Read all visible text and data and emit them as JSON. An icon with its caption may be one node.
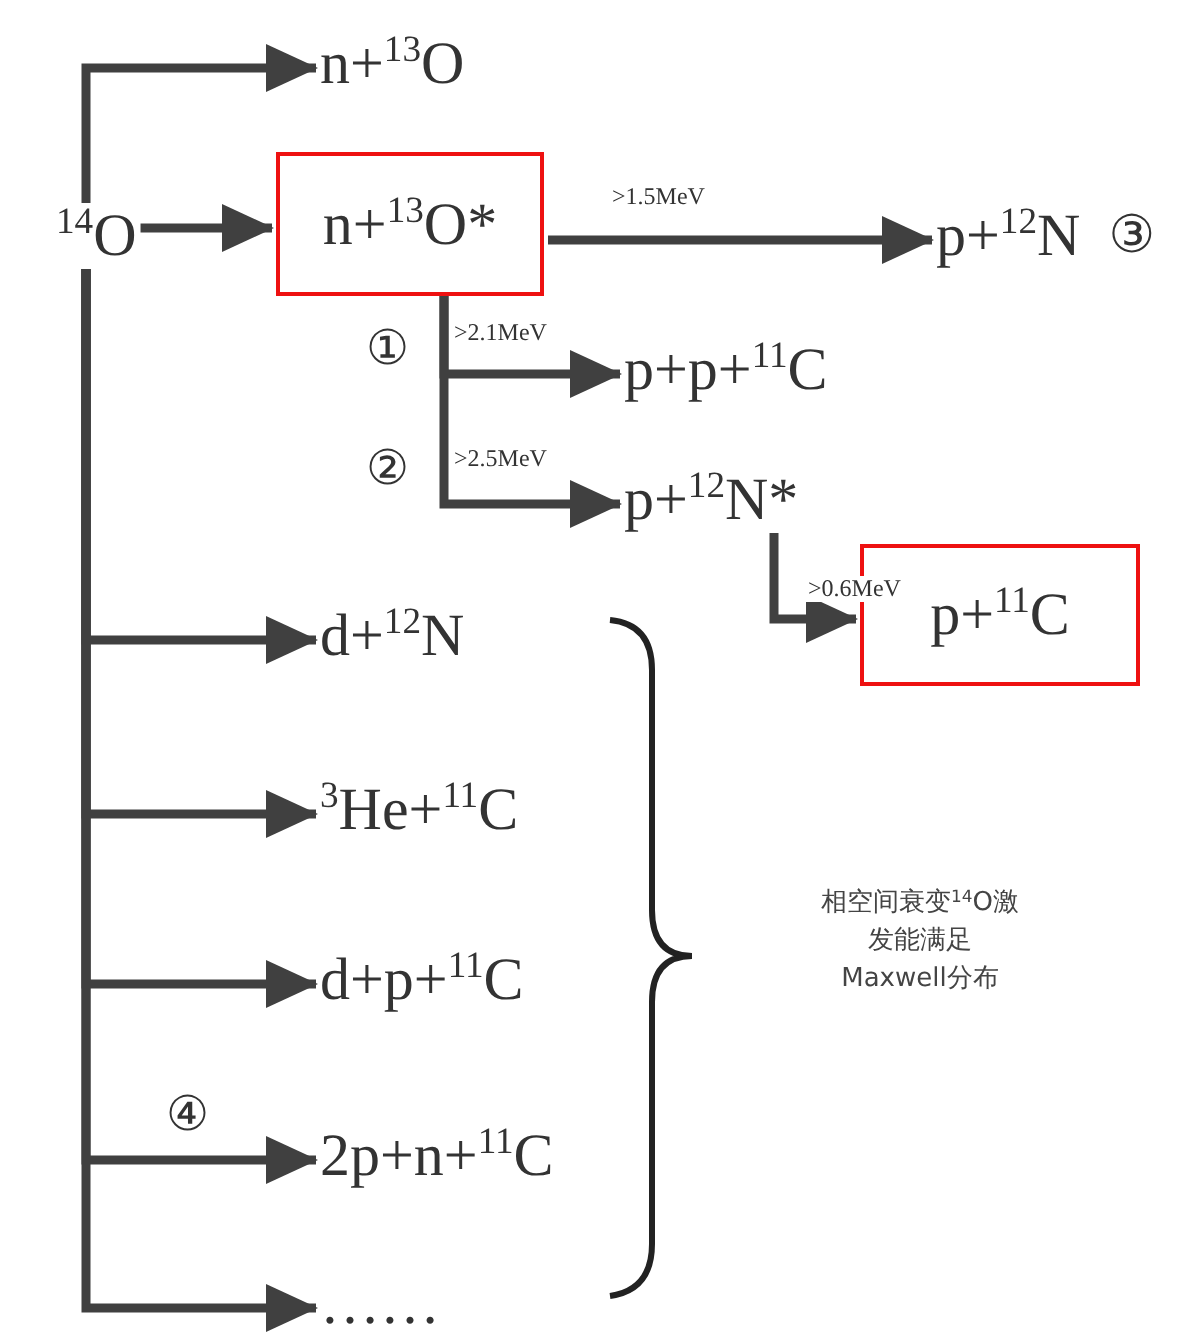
{
  "diagram": {
    "nodes": [
      {
        "text": [
          "$^{14}$O"
        ]
      },
      {
        "text": [
          "n+$^{13}$O"
        ]
      },
      {
        "text": [
          "n+$^{13}$O*"
        ]
      },
      {
        "text": [
          "p+$^{12}$N"
        ],
        "beside": [
          "③"
        ]
      },
      {
        "text": [
          "p+p+$^{11}$C"
        ]
      },
      {
        "text": [
          "p+$^{12}$N*"
        ]
      },
      {
        "text": [
          "p+$^{11}$C"
        ]
      },
      {
        "text": [
          "d+$^{12}$N"
        ]
      },
      {
        "text": [
          "$^{3}$He+$^{11}$C"
        ]
      },
      {
        "text": [
          "d+p+$^{11}$C"
        ]
      },
      {
        "text": [
          "2p+n+$^{11}$C"
        ]
      },
      {
        "text": [
          "……"
        ]
      }
    ],
    "edges": [
      {
        "from": 0,
        "to": 1,
        "arrow": "to"
      },
      {
        "from": 0,
        "to": 2,
        "arrow": "to"
      },
      {
        "from": 2,
        "to": 3,
        "arrow": "to",
        "label": ">1.5MeV"
      },
      {
        "from": 2,
        "to": 4,
        "arrow": "to",
        "label": ">2.1MeV"
      },
      {
        "from": 2,
        "to": 5,
        "arrow": "to",
        "label": ">2.5MeV"
      },
      {
        "from": 5,
        "to": 6,
        "arrow": "to",
        "label": ">0.6MeV"
      },
      {
        "from": 0,
        "to": 7,
        "arrow": "to"
      },
      {
        "from": 0,
        "to": 8,
        "arrow": "to"
      },
      {
        "from": 0,
        "to": 9,
        "arrow": "to"
      },
      {
        "from": 0,
        "to": 10,
        "arrow": "to"
      },
      {
        "from": 0,
        "to": 11,
        "arrow": "to"
      }
    ],
    "labels": [
      "①",
      "②",
      "④",
      "相空间衰变$^{14}$O激发能满足Maxwell分布"
    ]
  }
}
